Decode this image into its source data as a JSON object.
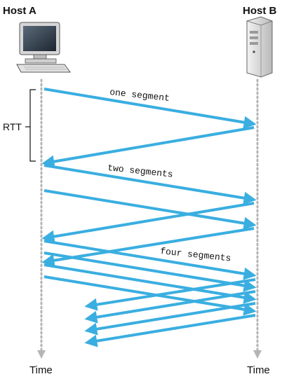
{
  "hosts": {
    "a": "Host A",
    "b": "Host B"
  },
  "time_labels": {
    "a": "Time",
    "b": "Time"
  },
  "rtt_label": "RTT",
  "segment_labels": {
    "one": "one segment",
    "two": "two segments",
    "four": "four segments"
  },
  "colors": {
    "arrow": "#3aaee0",
    "timeline": "#b5b5b5"
  },
  "icons": {
    "host_a": "desktop-computer-icon",
    "host_b": "server-tower-icon"
  }
}
